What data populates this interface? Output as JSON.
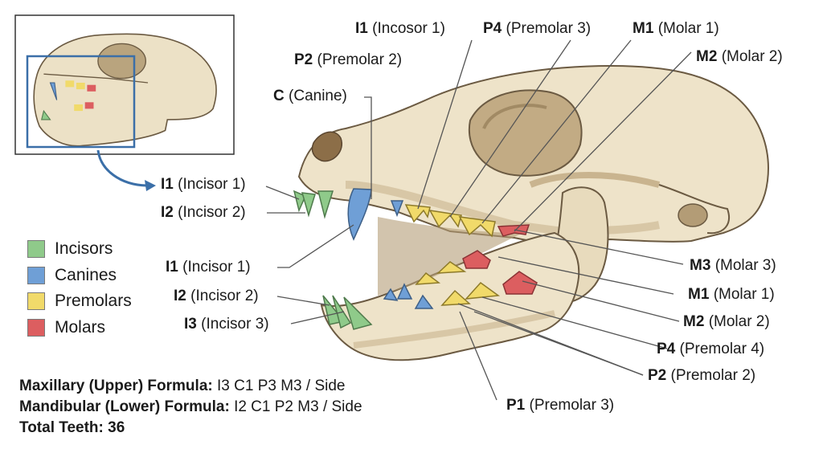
{
  "colors": {
    "incisors": "#8fca8a",
    "canines": "#6f9fd6",
    "premolars": "#f1da6a",
    "molars": "#dc5e60",
    "bone": "#eee3c9",
    "bone_shadow": "#c9b48f",
    "bone_outline": "#6b5a42",
    "inset_frame": "#3b6fa8",
    "arrow": "#3b6fa8",
    "leader": "#555555"
  },
  "legend": [
    {
      "label": "Incisors",
      "color": "#8fca8a"
    },
    {
      "label": "Canines",
      "color": "#6f9fd6"
    },
    {
      "label": "Premolars",
      "color": "#f1da6a"
    },
    {
      "label": "Molars",
      "color": "#dc5e60"
    }
  ],
  "labels": {
    "top_i1": {
      "abbr": "I1",
      "name": "(Incosor 1)"
    },
    "top_p4": {
      "abbr": "P4",
      "name": "(Premolar 3)"
    },
    "top_m1": {
      "abbr": "M1",
      "name": "(Molar 1)"
    },
    "top_m2": {
      "abbr": "M2",
      "name": "(Molar 2)"
    },
    "top_p2": {
      "abbr": "P2",
      "name": "(Premolar 2)"
    },
    "top_c": {
      "abbr": "C",
      "name": "(Canine)"
    },
    "left_i1_upper": {
      "abbr": "I1",
      "name": "(Incisor 1)"
    },
    "left_i2_upper": {
      "abbr": "I2",
      "name": "(Incisor 2)"
    },
    "left_i1_lower": {
      "abbr": "I1",
      "name": "(Incisor 1)"
    },
    "left_i2_lower": {
      "abbr": "I2",
      "name": "(Incisor 2)"
    },
    "left_i3_lower": {
      "abbr": "I3",
      "name": "(Incisor 3)"
    },
    "right_m3": {
      "abbr": "M3",
      "name": "(Molar 3)"
    },
    "right_m1": {
      "abbr": "M1",
      "name": "(Molar 1)"
    },
    "right_m2": {
      "abbr": "M2",
      "name": "(Molar 2)"
    },
    "right_p4": {
      "abbr": "P4",
      "name": "(Premolar 4)"
    },
    "right_p2": {
      "abbr": "P2",
      "name": "(Premolar 2)"
    },
    "bottom_p1": {
      "abbr": "P1",
      "name": "(Premolar 3)"
    }
  },
  "formula": {
    "maxillary_label": "Maxillary (Upper) Formula:",
    "maxillary_value": "I3 C1 P3 M3 / Side",
    "mandibular_label": "Mandibular (Lower) Formula:",
    "mandibular_value": "I2 C1 P2 M3 / Side",
    "total_label": "Total Teeth:",
    "total_value": "36"
  }
}
